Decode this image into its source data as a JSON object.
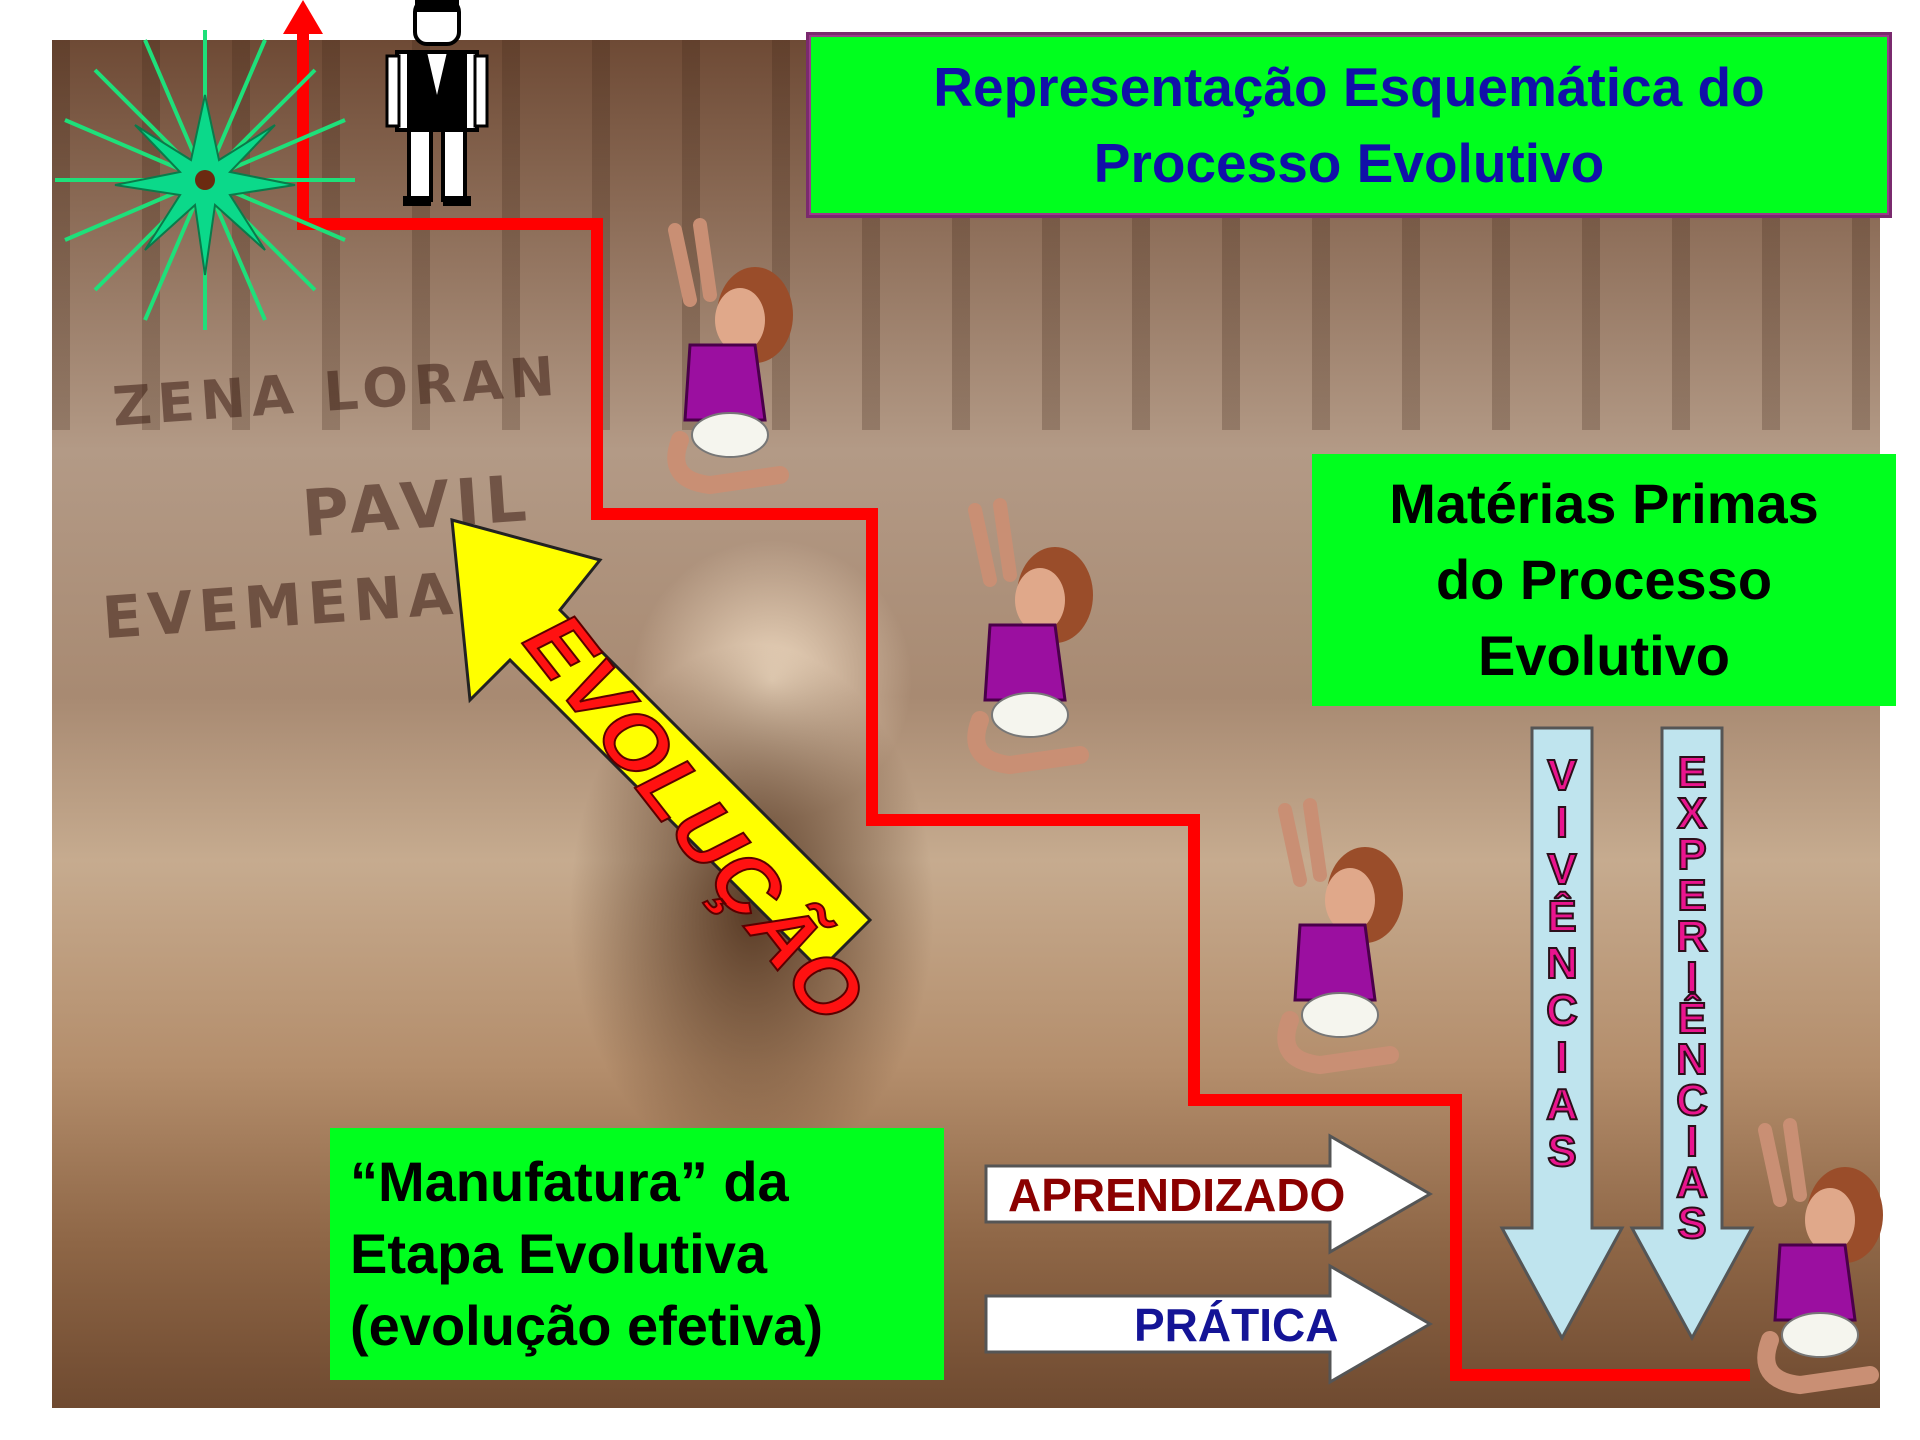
{
  "title": {
    "line1": "Representação Esquemática do",
    "line2": "Processo Evolutivo"
  },
  "materials": {
    "line1": "Matérias Primas",
    "line2": "do Processo",
    "line3": "Evolutivo"
  },
  "manufacture": {
    "line1": "“Manufatura” da",
    "line2": "Etapa Evolutiva",
    "line3": "(evolução efetiva)"
  },
  "evolution_label": "EVOLUÇÃO",
  "arrows": {
    "learning": "APRENDIZADO",
    "practice": "PRÁTICA"
  },
  "vertical_labels": {
    "experiences_lived": [
      "V",
      "I",
      "V",
      "Ê",
      "N",
      "C",
      "I",
      "A",
      "S"
    ],
    "experiences": [
      "E",
      "X",
      "P",
      "E",
      "R",
      "I",
      "Ê",
      "N",
      "C",
      "I",
      "A",
      "S"
    ]
  },
  "graffiti": [
    "ZENA LORAN",
    "PAVIL",
    "EVEMENAN"
  ],
  "colors": {
    "panel_green": "#00ff1e",
    "title_blue": "#1111a8",
    "stair_red": "#ff0000",
    "evolution_arrow_yellow": "#ffff00",
    "vertical_arrow_blue": "#bfe4ee",
    "learning_text": "#8b0000",
    "practice_text": "#141496"
  },
  "icons": [
    "starburst-icon",
    "man-figure-icon",
    "praying-child-icon"
  ]
}
